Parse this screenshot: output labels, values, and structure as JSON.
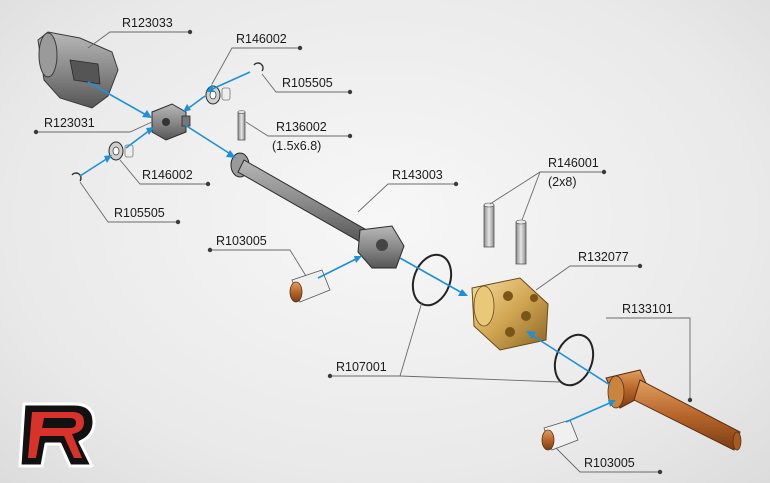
{
  "labels": {
    "r123033": "R123033",
    "r146002_top": "R146002",
    "r105505_top": "R105505",
    "r123031": "R123031",
    "r136002": "R136002",
    "r136002_size": "(1.5x6.8)",
    "r146002_bottom": "R146002",
    "r143003": "R143003",
    "r146001": "R146001",
    "r146001_qty": "(2x8)",
    "r105505_bottom": "R105505",
    "r103005_top": "R103005",
    "r132077": "R132077",
    "r133101": "R133101",
    "r107001": "R107001",
    "r103005_bottom": "R103005"
  },
  "colors": {
    "arrow": "#1e90d8",
    "steel": "#7d7d7d",
    "gold": "#c8a050",
    "copper": "#b86a2a",
    "logo_red": "#d8322a"
  },
  "logo": {
    "icon": "r-logo-icon"
  }
}
